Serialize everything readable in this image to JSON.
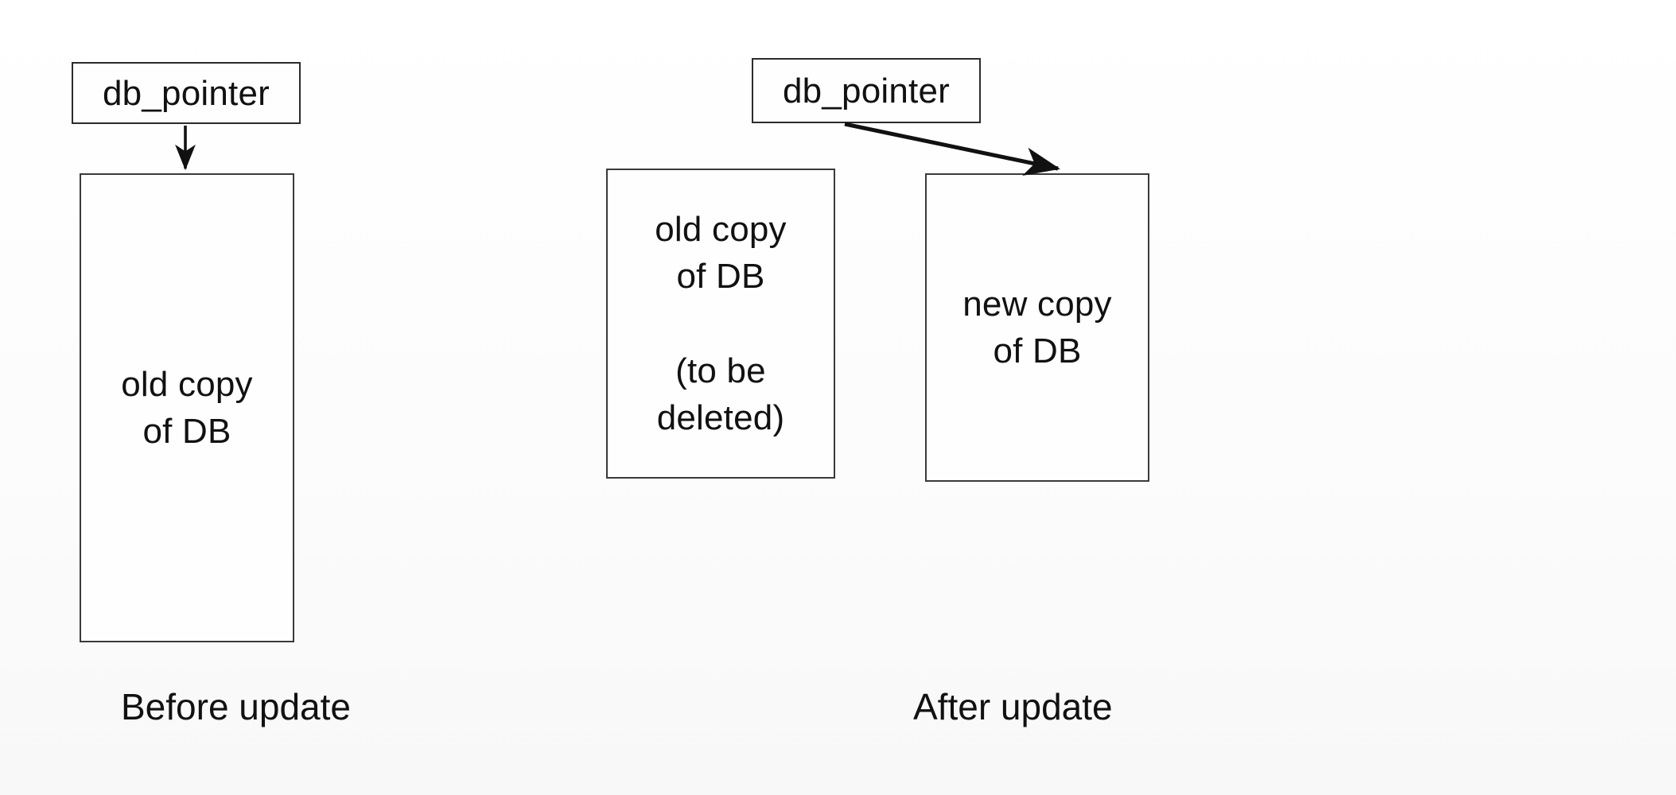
{
  "figure": {
    "type": "diagram",
    "subject": "database pointer update via copy-on-write",
    "background_color": "#fdfdfd",
    "ink_color": "#111111"
  },
  "panels": [
    {
      "id": "before",
      "caption": "Before update",
      "pointer_box": {
        "label": "db_pointer"
      },
      "db_boxes": [
        {
          "id": "old-db-before",
          "label": "old copy\nof DB"
        }
      ],
      "arrows": [
        {
          "from": "db_pointer",
          "to": "old-db-before",
          "style": "vertical-down"
        }
      ]
    },
    {
      "id": "after",
      "caption": "After update",
      "pointer_box": {
        "label": "db_pointer"
      },
      "db_boxes": [
        {
          "id": "old-db-after",
          "label": "old copy\nof DB\n\n(to be\ndeleted)"
        },
        {
          "id": "new-db-after",
          "label": "new copy\nof DB"
        }
      ],
      "arrows": [
        {
          "from": "db_pointer",
          "to": "new-db-after",
          "style": "diagonal-down-right"
        }
      ]
    }
  ]
}
